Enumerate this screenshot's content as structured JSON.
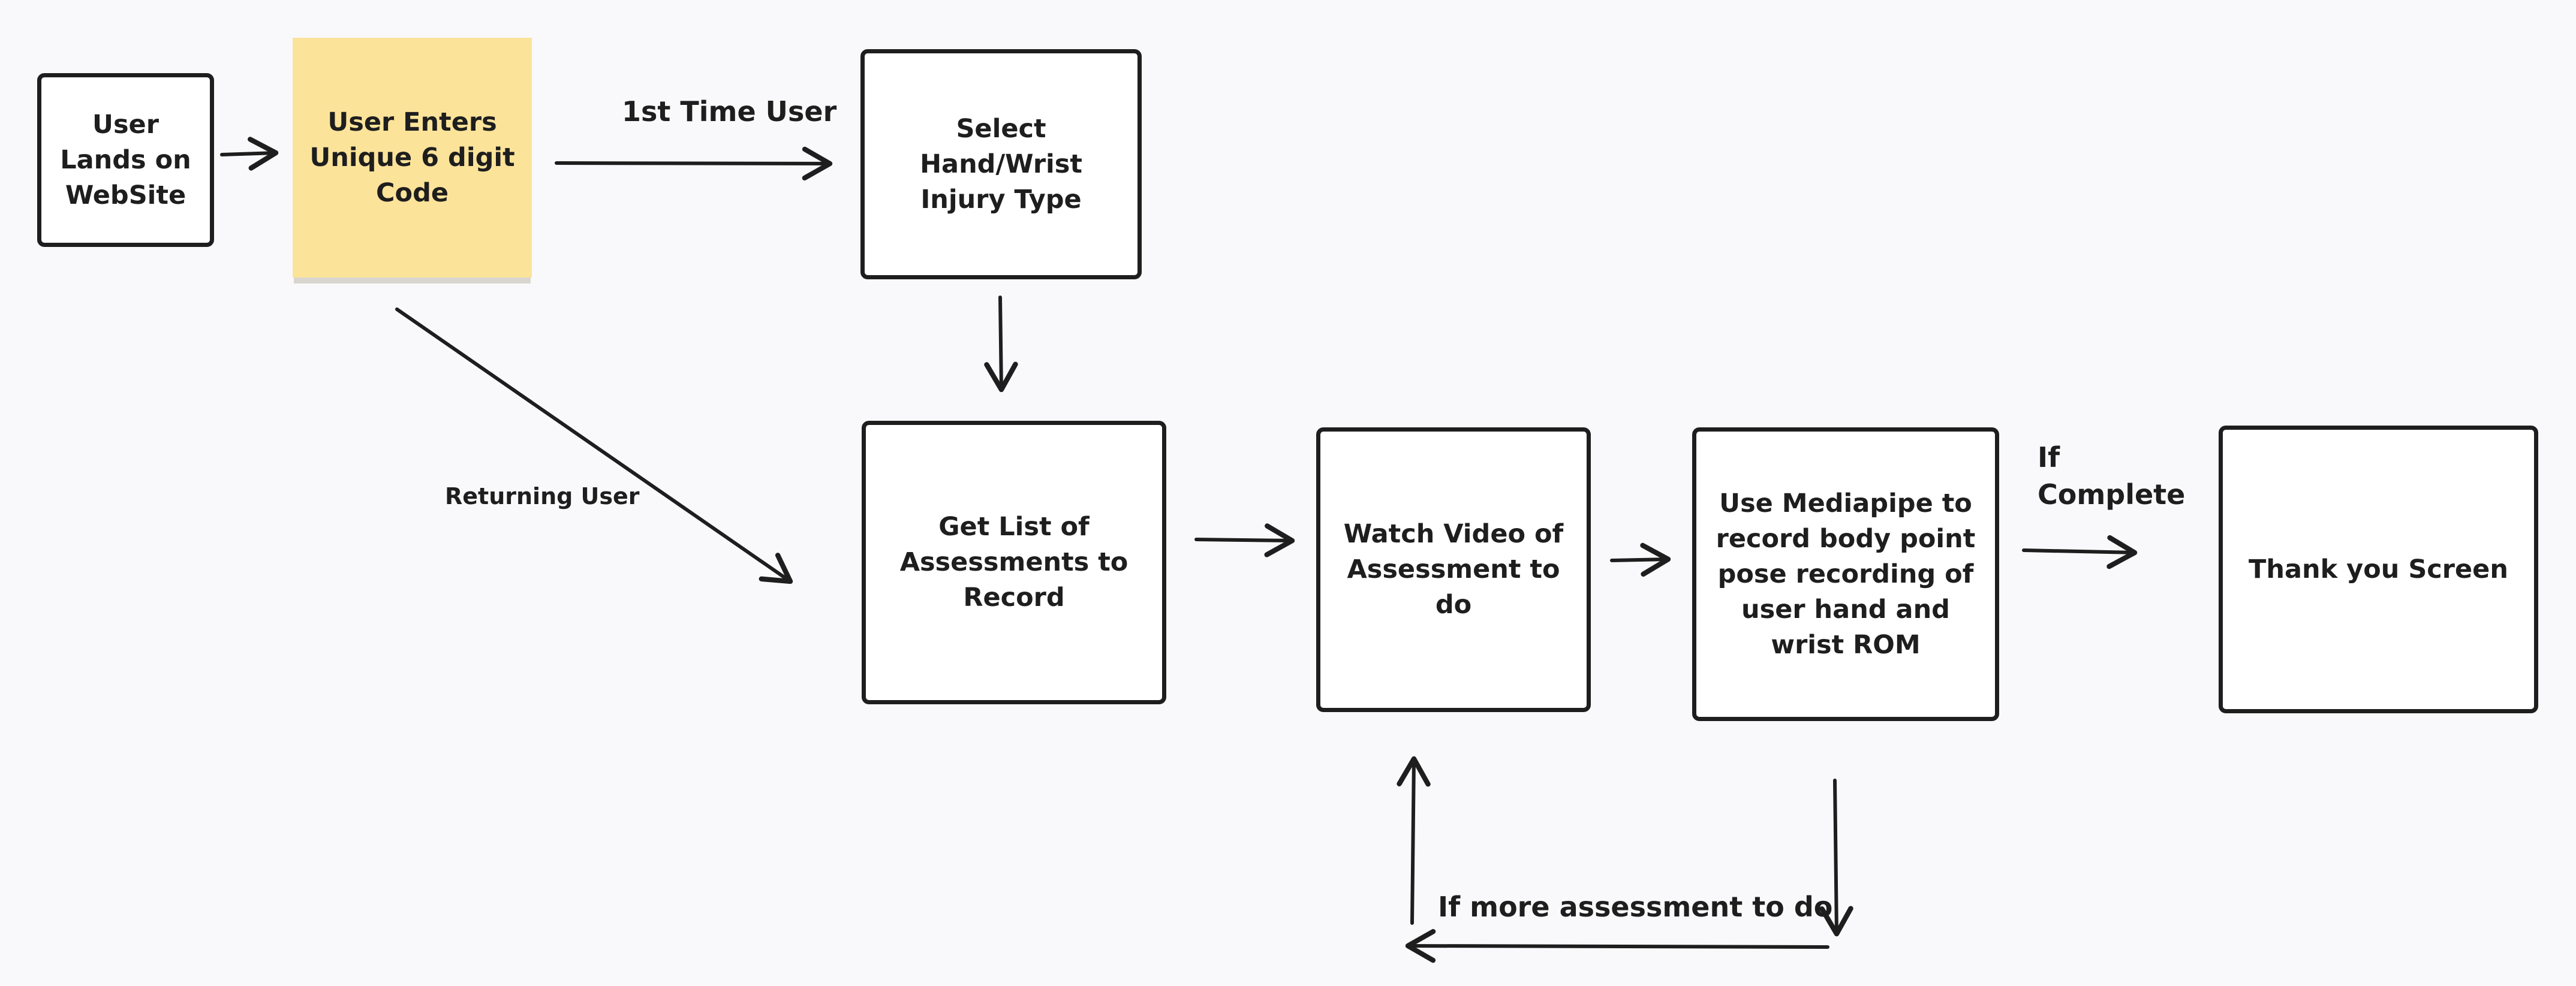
{
  "diagram": {
    "nodes": {
      "lands": {
        "label": "User\nLands on\nWebSite"
      },
      "code": {
        "label": "User Enters\nUnique 6 digit\nCode"
      },
      "select": {
        "label": "Select\nHand/Wrist\nInjury Type"
      },
      "list": {
        "label": "Get List of\nAssessments to\nRecord"
      },
      "watch": {
        "label": "Watch Video of\nAssessment to\ndo"
      },
      "mediapipe": {
        "label": "Use Mediapipe to\nrecord body point\npose recording of\nuser hand and\nwrist ROM"
      },
      "thanks": {
        "label": "Thank you Screen"
      }
    },
    "edge_labels": {
      "first_time": "1st Time User",
      "returning": "Returning User",
      "if_complete": "If\nComplete",
      "more": "If more assessment to do"
    },
    "colors": {
      "stroke": "#1e1e1e",
      "sticky_fill": "#fce39a",
      "box_fill": "#ffffff",
      "background": "#f9f9fb"
    }
  }
}
